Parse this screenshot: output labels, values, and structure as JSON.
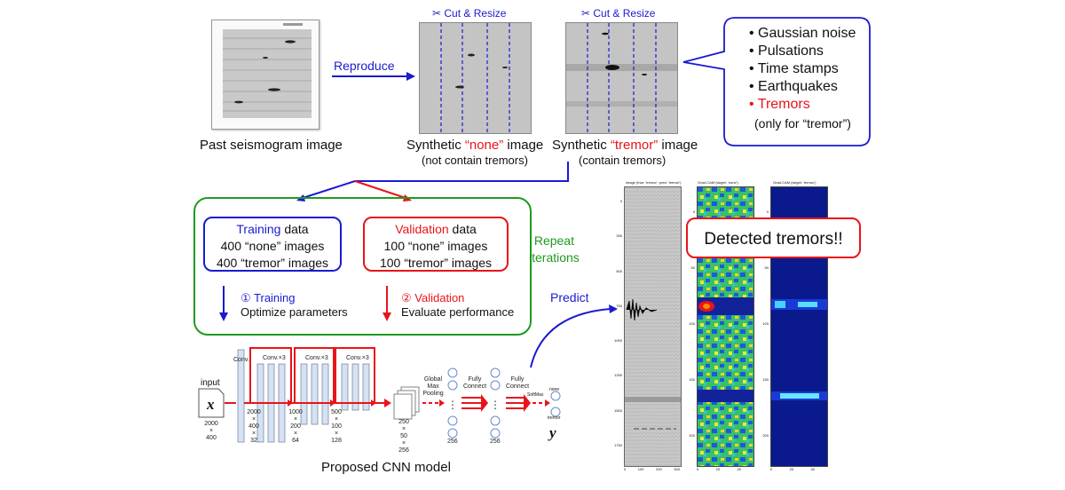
{
  "top": {
    "past_caption": "Past seismogram image",
    "reproduce": "Reproduce",
    "cut_resize_1": "✂ Cut & Resize",
    "cut_resize_2": "✂ Cut & Resize",
    "none_caption_pre": "Synthetic ",
    "none_caption_hl": "“none”",
    "none_caption_post": " image",
    "none_sub": "(not contain tremors)",
    "tremor_caption_pre": "Synthetic ",
    "tremor_caption_hl": "“tremor”",
    "tremor_caption_post": " image",
    "tremor_sub": "(contain tremors)",
    "features": [
      "Gaussian noise",
      "Pulsations",
      "Time stamps",
      "Earthquakes"
    ],
    "feature_tremor": "Tremors",
    "feature_note": "(only for “tremor”)"
  },
  "training": {
    "title_hl": "Training",
    "title_post": " data",
    "line1": "400 “none” images",
    "line2": "400 “tremor” images",
    "step": "① Training",
    "step_desc": "Optimize parameters"
  },
  "validation": {
    "title_hl": "Validation",
    "title_post": " data",
    "line1": "100 “none” images",
    "line2": "100 “tremor” images",
    "step": "② Validation",
    "step_desc": "Evaluate performance"
  },
  "repeat": "Repeat\niterations",
  "cnn": {
    "input": "input",
    "x": "x",
    "in_dims": [
      "2000",
      "×",
      "400"
    ],
    "conv": "Conv.",
    "conv3a": "Conv.×3",
    "conv3b": "Conv.×3",
    "conv3c": "Conv.×3",
    "d1": [
      "2000",
      "×",
      "400",
      "×",
      "32"
    ],
    "d2": [
      "1000",
      "×",
      "200",
      "×",
      "64"
    ],
    "d3": [
      "500",
      "×",
      "100",
      "×",
      "128"
    ],
    "d4": [
      "250",
      "×",
      "50",
      "×",
      "256"
    ],
    "gmp": [
      "Global",
      "Max",
      "Pooling"
    ],
    "fc1": [
      "Fully",
      "Connect"
    ],
    "fc2": [
      "Fully",
      "Connect"
    ],
    "softmax": "SoftMax",
    "n1": "256",
    "n2": "256",
    "out_none": "none",
    "out_tremor": "tremor",
    "y": "y",
    "caption": "Proposed CNN model"
  },
  "predict": "Predict",
  "detected": "Detected tremors!!",
  "panels": {
    "p1_title": "image (true: 'tremor', pred: 'tremor')",
    "p2_title": "Grad-CAM (target: 'none')",
    "p3_title": "Grad-CAM (target: 'tremor')",
    "p1_yticks": [
      "0",
      "250",
      "500",
      "750",
      "1000",
      "1250",
      "1500",
      "1750"
    ],
    "p1_xticks": [
      "0",
      "100",
      "200",
      "300"
    ],
    "p2_yticks": [
      "0",
      "50",
      "100",
      "150",
      "200"
    ],
    "p2_xticks": [
      "0",
      "20",
      "40"
    ],
    "p3_yticks": [
      "0",
      "50",
      "100",
      "150",
      "200"
    ],
    "p3_xticks": [
      "0",
      "20",
      "40"
    ]
  },
  "colors": {
    "blue": "#1a1ad0",
    "red": "#e8141b",
    "green": "#1f9a1f",
    "callout_border": "#1a1ad0",
    "detected_border": "#e8141b"
  }
}
